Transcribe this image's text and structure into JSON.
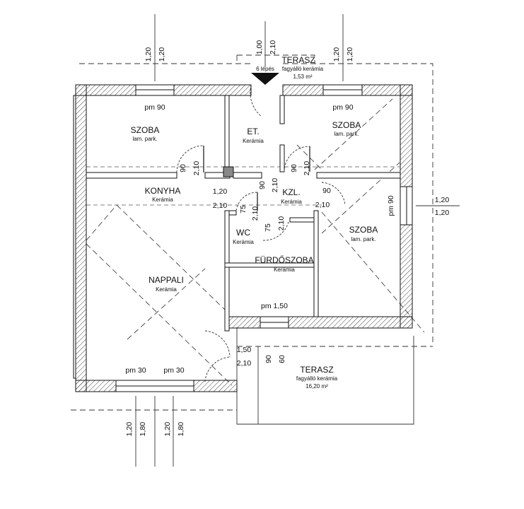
{
  "rooms": {
    "szoba1": {
      "name": "SZOBA",
      "floor": "lam. park."
    },
    "et": {
      "name": "ET.",
      "floor": "Kerámia"
    },
    "szoba2": {
      "name": "SZOBA",
      "floor": "lam. park."
    },
    "konyha": {
      "name": "KONYHA",
      "floor": "Kerámia"
    },
    "kzl": {
      "name": "KZL.",
      "floor": "Kerámia"
    },
    "wc": {
      "name": "WC",
      "floor": "Kerámia"
    },
    "szoba3": {
      "name": "SZOBA",
      "floor": "lam. park."
    },
    "furdo": {
      "name": "FÜRDŐSZOBA",
      "floor": "Kerámia"
    },
    "nappali": {
      "name": "NAPPALI",
      "floor": "Kerámia"
    },
    "terasz_top": {
      "name": "TERASZ",
      "floor": "fagyálló kerámia",
      "area": "1,53 m²",
      "note": "6 lépés"
    },
    "terasz_bottom": {
      "name": "TERASZ",
      "floor": "fagyálló kerámia",
      "area": "16,20 m²"
    }
  },
  "parapets": {
    "szoba1": "pm 90",
    "szoba2": "pm 90",
    "szoba3": "pm 90",
    "furdo": "pm 1,50",
    "nappali_left": "pm 30",
    "nappali_right": "pm 30"
  },
  "dims": {
    "top_w1_a": "1,20",
    "top_w1_b": "1,20",
    "top_door_a": "1,00",
    "top_door_b": "2,10",
    "top_w2_a": "1,20",
    "top_w2_b": "1,20",
    "right_w_a": "1,20",
    "right_w_b": "1,20",
    "bot_w1_a": "1,20",
    "bot_w1_b": "1,80",
    "bot_w2_a": "1,20",
    "bot_w2_b": "1,80",
    "d_szoba1_a": "90",
    "d_szoba1_b": "2,10",
    "d_et_a": "90",
    "d_et_b": "2,10",
    "d_szoba2_a": "90",
    "d_szoba2_b": "2,10",
    "d_konyha_a": "1,20",
    "d_konyha_b": "2,10",
    "d_kzl_a": "90",
    "d_kzl_b": "2,10",
    "d_wc_a": "75",
    "d_wc_b": "2,10",
    "d_furdo_a": "75",
    "d_furdo_b": "2,10",
    "d_nappali_a": "1,50",
    "d_nappali_b": "2,10",
    "terasz_a": "90",
    "terasz_b": "60"
  }
}
